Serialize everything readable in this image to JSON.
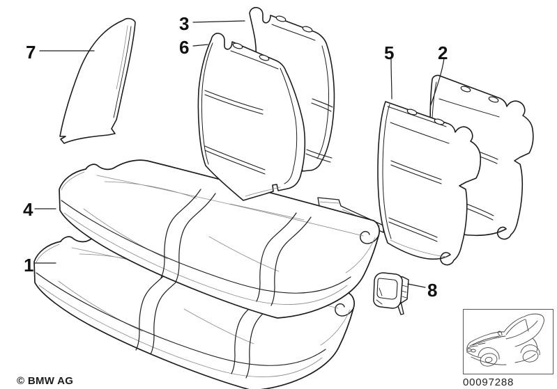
{
  "diagram": {
    "callouts": [
      {
        "number": "1"
      },
      {
        "number": "2"
      },
      {
        "number": "3"
      },
      {
        "number": "4"
      },
      {
        "number": "5"
      },
      {
        "number": "6"
      },
      {
        "number": "7"
      },
      {
        "number": "8"
      }
    ],
    "footer": {
      "copyright": "© BMW AG"
    },
    "reference": {
      "image_code": "00097288"
    },
    "thumbnail": {
      "icon": "bmw-coupe-line-drawing"
    },
    "colors": {
      "background": "#ffffff",
      "line": "#1c1c1c",
      "light_line": "#8a8a8a"
    }
  }
}
